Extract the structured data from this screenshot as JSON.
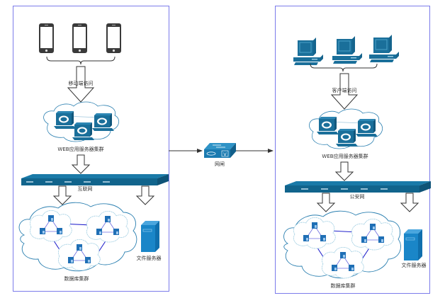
{
  "colors": {
    "panel_border": "#7b7bea",
    "device_blue": "#1a6f9a",
    "device_blue_dark": "#11577c",
    "server_blue": "#1a86c8",
    "cloud_stroke": "#2a7fb0",
    "link_blue": "#2222cc",
    "arrow_stroke": "#333333"
  },
  "left_panel": {
    "access_label": "移动端访问",
    "client_devices": [
      "mobile-phone",
      "mobile-phone",
      "mobile-phone"
    ],
    "web_cluster_label": "WEB应用服务器集群",
    "network_label": "互联网",
    "db_cluster_label": "数据库集群",
    "file_server_label": "文件服务器"
  },
  "gateway": {
    "label": "网闸"
  },
  "right_panel": {
    "access_label": "客户端访问",
    "client_devices": [
      "desktop-pc",
      "desktop-pc",
      "desktop-pc"
    ],
    "web_cluster_label": "WEB应用服务器集群",
    "network_label": "公安网",
    "db_cluster_label": "数据库集群",
    "file_server_label": "文件服务器"
  }
}
